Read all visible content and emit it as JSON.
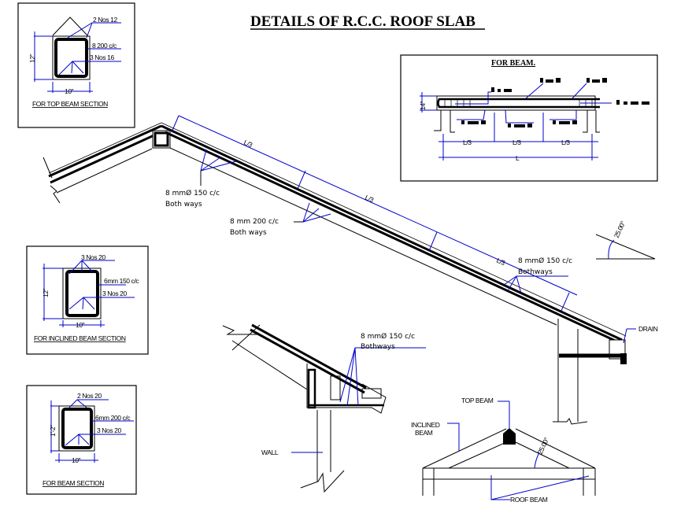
{
  "title": "DETAILS OF R.C.C. ROOF SLAB",
  "top_beam_section": {
    "caption": "FOR TOP BEAM SECTION",
    "height": "12\"",
    "width": "10\"",
    "top_bars": "2 Nos 12",
    "stirrups": "8   200 c/c",
    "bottom_bars": "3 Nos 16"
  },
  "inclined_beam_section": {
    "caption": "FOR INCLINED BEAM SECTION",
    "height": "12\"",
    "width": "10\"",
    "top_bars": "3 Nos 20",
    "stirrups": "6mm 150 c/c",
    "bottom_bars": "3 Nos 20"
  },
  "beam_section": {
    "caption": "FOR  BEAM SECTION",
    "height": "1'-2\"",
    "width": "10\"",
    "top_bars": "2 Nos 20",
    "stirrups": "6mm 200 c/c",
    "bottom_bars": "3 Nos 20"
  },
  "for_beam": {
    "caption": "FOR BEAM.",
    "depth": "14\"",
    "spans": [
      "L/3",
      "L/3",
      "L/3"
    ],
    "total": "L"
  },
  "slab": {
    "spans": [
      "L/3",
      "L/3",
      "L/3"
    ],
    "rebar_top_line1": "8 mmØ 150 c/c",
    "rebar_top_line2": "Both ways",
    "rebar_mid_line1": "8 mm   200 c/c",
    "rebar_mid_line2": "Both ways",
    "rebar_low_line1": "8 mmØ 150 c/c",
    "rebar_low_line2": "Bothways",
    "angle": "25.00°",
    "drain": "DRAIN"
  },
  "eave_detail": {
    "rebar_line1": "8 mmØ 150 c/c",
    "rebar_line2": "Bothways",
    "wall": "WALL"
  },
  "truss": {
    "top_beam": "TOP BEAM",
    "inclined_beam_1": "INCLINED",
    "inclined_beam_2": "BEAM",
    "angle": "25.00°",
    "roof_beam": "ROOF BEAM"
  }
}
